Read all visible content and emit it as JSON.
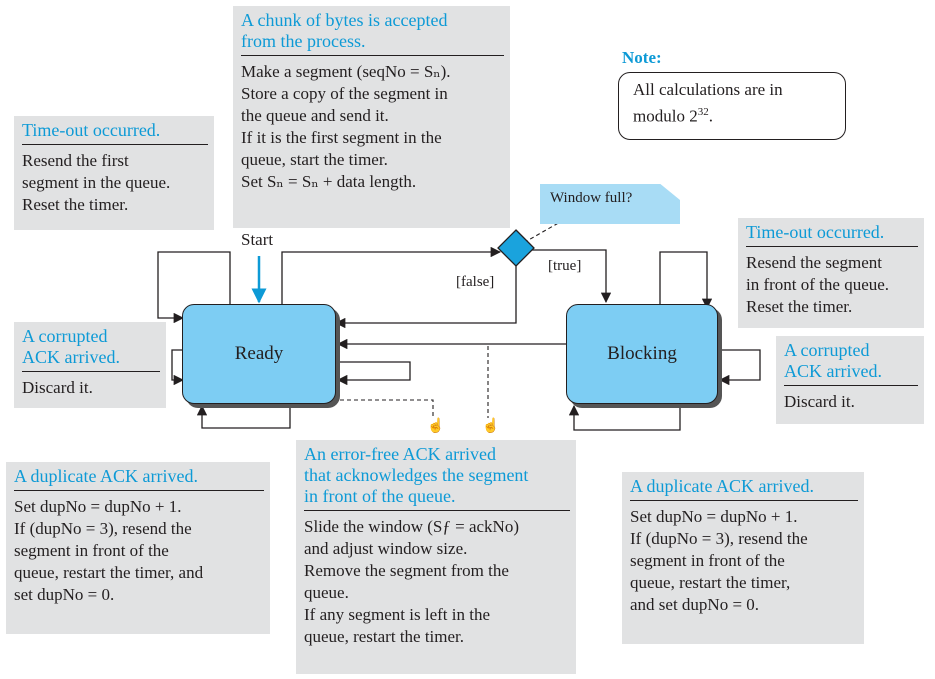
{
  "states": {
    "ready": "Ready",
    "blocking": "Blocking"
  },
  "start_label": "Start",
  "decision": {
    "question": "Window full?",
    "false_label": "[false]",
    "true_label": "[true]"
  },
  "note": {
    "title": "Note:",
    "line1": "All calculations are in",
    "line2": "modulo 2",
    "line2_sup": "32",
    "line2_end": "."
  },
  "boxes": {
    "chunk": {
      "event": [
        "A chunk of bytes is accepted",
        "from the process."
      ],
      "actions": [
        "Make a segment (seqNo = Sₙ).",
        "Store a copy of the segment in",
        "the queue and send it.",
        "If it is the first segment in the",
        "queue, start the timer.",
        "Set Sₙ = Sₙ + data length."
      ]
    },
    "timeout_left": {
      "event": [
        "Time-out occurred."
      ],
      "actions": [
        "Resend the first",
        "segment in the queue.",
        "Reset the timer."
      ]
    },
    "corrupt_left": {
      "event": [
        "A corrupted",
        "ACK arrived."
      ],
      "actions": [
        "Discard it."
      ]
    },
    "timeout_right": {
      "event": [
        "Time-out occurred."
      ],
      "actions": [
        "Resend the segment",
        "in front of the queue.",
        "Reset the timer."
      ]
    },
    "corrupt_right": {
      "event": [
        "A corrupted",
        "ACK arrived."
      ],
      "actions": [
        "Discard it."
      ]
    },
    "dup_left": {
      "event": [
        "A duplicate ACK arrived."
      ],
      "actions": [
        "Set dupNo = dupNo + 1.",
        "If (dupNo = 3), resend the",
        "segment in front of the",
        "queue, restart the timer, and",
        "set dupNo = 0."
      ]
    },
    "errfree": {
      "event": [
        "An error-free ACK arrived",
        "that acknowledges the segment",
        "in front of the queue."
      ],
      "actions": [
        "Slide the window (Sƒ = ackNo)",
        "and adjust window size.",
        "Remove the segment from the",
        "queue.",
        "If any segment is left in the",
        "queue, restart the timer."
      ]
    },
    "dup_right": {
      "event": [
        "A duplicate ACK arrived."
      ],
      "actions": [
        "Set dupNo = dupNo + 1.",
        "If (dupNo = 3), resend the",
        "segment in front of the",
        "queue, restart the timer,",
        "and set dupNo = 0."
      ]
    }
  },
  "colors": {
    "event_text": "#0d9ad6",
    "box_bg": "#e1e2e3",
    "state_fill": "#7dcdf3",
    "decision_fill": "#1aa3dd",
    "note_fill": "#a8dcf5"
  }
}
